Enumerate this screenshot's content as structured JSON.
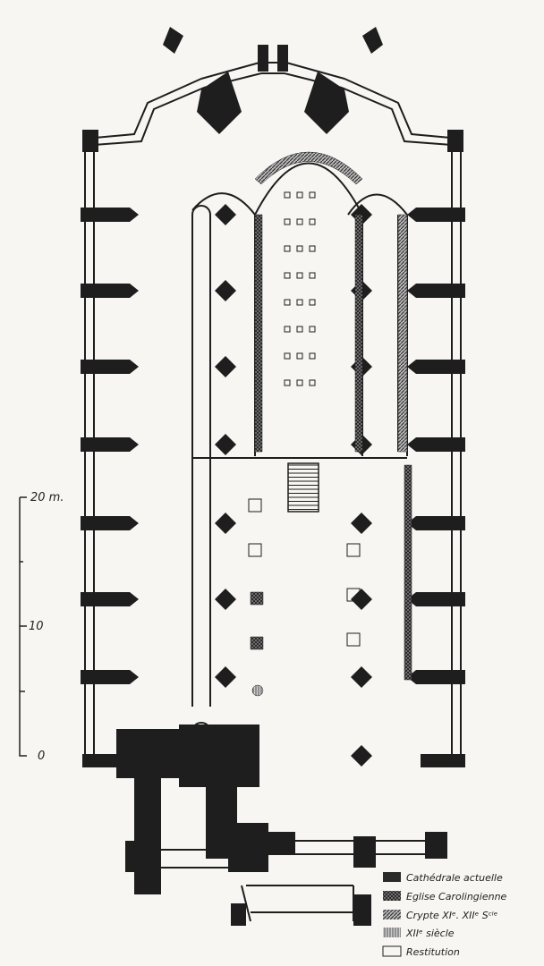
{
  "scale": {
    "top": "20 m.",
    "middle": "10",
    "bottom": "0",
    "max_m": 20
  },
  "legend": [
    {
      "label": "Cathédrale actuelle",
      "pattern": "solid"
    },
    {
      "label": "Eglise Carolingienne",
      "pattern": "crosshatch"
    },
    {
      "label": "Crypte XIᵉ. XIIᵉ Sᶜˡᵉ",
      "pattern": "diagonal"
    },
    {
      "label": "XIIᵉ siècle",
      "pattern": "vertical"
    },
    {
      "label": "Restitution",
      "pattern": "empty"
    }
  ],
  "colors": {
    "ink": "#1e1e1e",
    "paper": "#f7f6f2",
    "carolingian": "#555555",
    "crypt": "#777777",
    "xii": "#999999"
  }
}
